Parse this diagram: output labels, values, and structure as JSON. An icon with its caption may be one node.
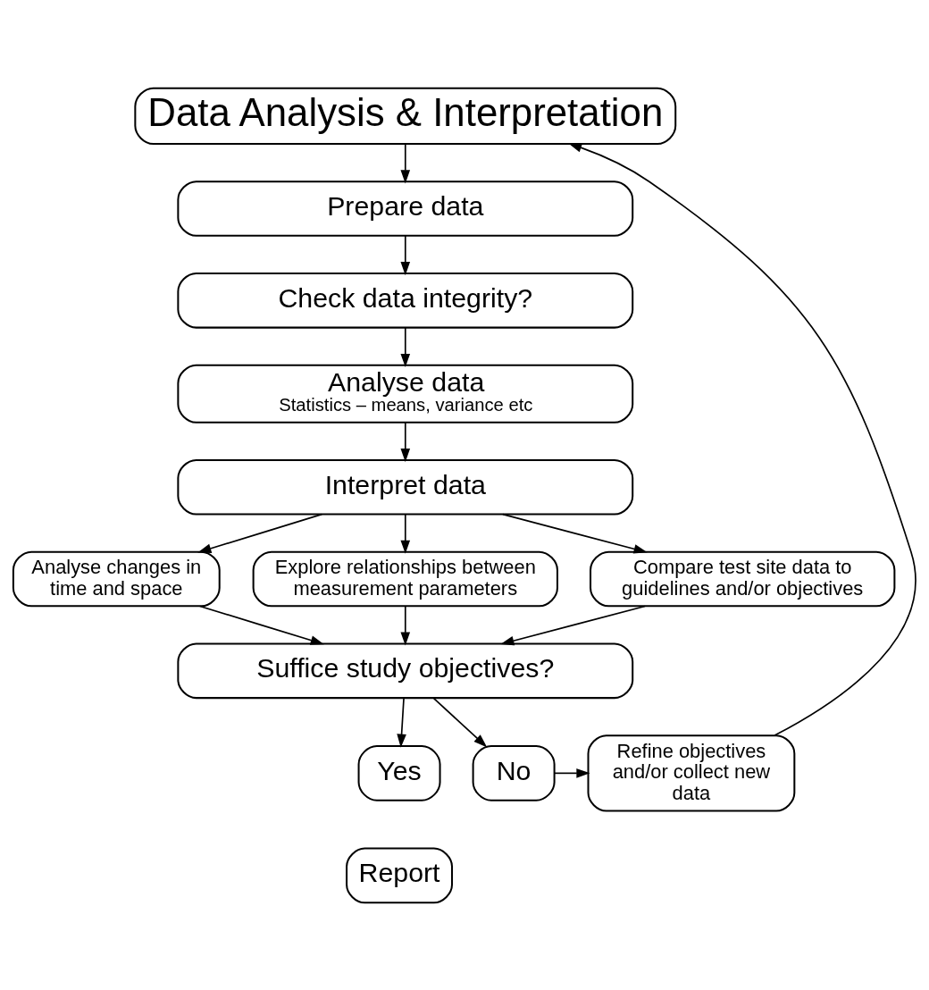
{
  "diagram": {
    "nodes": [
      {
        "text": [
          "Data Analysis & Interpretation"
        ]
      },
      {
        "text": [
          "Prepare data"
        ]
      },
      {
        "text": [
          "Check data integrity?"
        ]
      },
      {
        "text": [
          "Analyse data",
          "Statistics – means, variance etc"
        ]
      },
      {
        "text": [
          "Interpret data"
        ]
      },
      {
        "text": [
          "Analyse changes in time and space"
        ]
      },
      {
        "text": [
          "Explore relationships between measurement parameters"
        ]
      },
      {
        "text": [
          "Compare test site data to guidelines and/or objectives"
        ]
      },
      {
        "text": [
          "Suffice study objectives?"
        ]
      },
      {
        "text": [
          "Yes"
        ]
      },
      {
        "text": [
          "No"
        ]
      },
      {
        "text": [
          "Refine objectives and/or collect new data"
        ]
      },
      {
        "text": [
          "Report"
        ]
      }
    ],
    "edges": [
      {
        "from": 0,
        "to": 1,
        "arrow": "to"
      },
      {
        "from": 1,
        "to": 2,
        "arrow": "to"
      },
      {
        "from": 2,
        "to": 3,
        "arrow": "to"
      },
      {
        "from": 3,
        "to": 4,
        "arrow": "to"
      },
      {
        "from": 4,
        "to": 5,
        "arrow": "to"
      },
      {
        "from": 4,
        "to": 6,
        "arrow": "to"
      },
      {
        "from": 4,
        "to": 7,
        "arrow": "to"
      },
      {
        "from": 5,
        "to": 8,
        "arrow": "to"
      },
      {
        "from": 6,
        "to": 8,
        "arrow": "to"
      },
      {
        "from": 7,
        "to": 8,
        "arrow": "to"
      },
      {
        "from": 8,
        "to": 9,
        "arrow": "to"
      },
      {
        "from": 8,
        "to": 10,
        "arrow": "to"
      },
      {
        "from": 10,
        "to": 11,
        "arrow": "to"
      },
      {
        "from": 11,
        "to": 0,
        "arrow": "to"
      }
    ]
  }
}
